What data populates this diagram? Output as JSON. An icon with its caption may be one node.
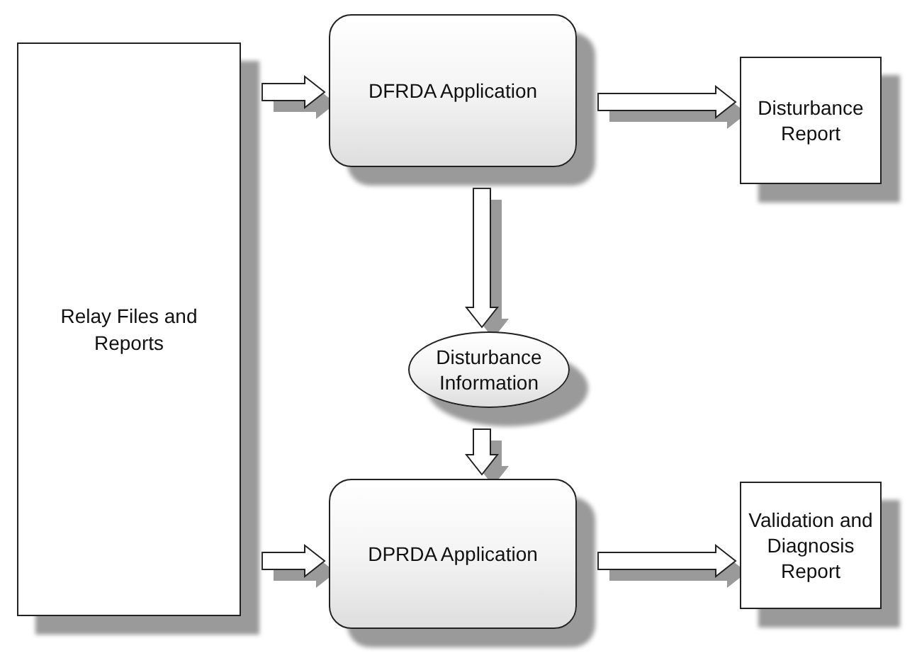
{
  "diagram": {
    "nodes": [
      {
        "text": [
          "Relay Files and Reports"
        ]
      },
      {
        "text": [
          "DFRDA Application"
        ]
      },
      {
        "text": [
          "Disturbance Report"
        ]
      },
      {
        "text": [
          "Disturbance Information"
        ]
      },
      {
        "text": [
          "DPRDA Application"
        ]
      },
      {
        "text": [
          "Validation and Diagnosis Report"
        ]
      }
    ],
    "edges": [
      {
        "from": 0,
        "to": 1,
        "arrow": "to"
      },
      {
        "from": 1,
        "to": 2,
        "arrow": "to"
      },
      {
        "from": 1,
        "to": 3,
        "arrow": "to"
      },
      {
        "from": 3,
        "to": 4,
        "arrow": "to"
      },
      {
        "from": 0,
        "to": 4,
        "arrow": "to"
      },
      {
        "from": 4,
        "to": 5,
        "arrow": "to"
      }
    ]
  }
}
